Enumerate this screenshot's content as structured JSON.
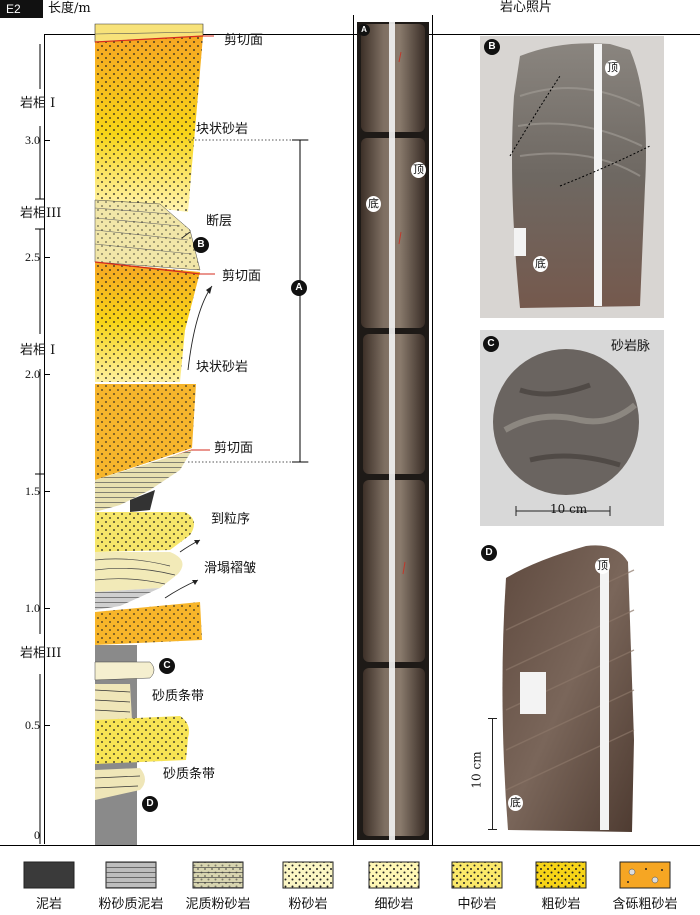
{
  "header": {
    "tag": "E2",
    "axis_label": "长度/m",
    "photos_title": "岩心照片"
  },
  "depth_axis": {
    "ticks": [
      "3.0",
      "2.5",
      "2.0",
      "1.5",
      "1.0",
      "0.5",
      "0"
    ]
  },
  "facies": [
    {
      "label": "岩相 I"
    },
    {
      "label": "岩相III"
    },
    {
      "label": "岩相 I"
    },
    {
      "label": "岩相III"
    }
  ],
  "annotations": {
    "shear_top": "剪切面",
    "massive_top": "块状砂岩",
    "fault": "断层",
    "shear_mid": "剪切面",
    "massive_mid": "块状砂岩",
    "shear_low": "剪切面",
    "inverse_grading": "到粒序",
    "slump_folds": "滑塌褶皱",
    "sandy_band_1": "砂质条带",
    "sandy_band_2": "砂质条带"
  },
  "badges": {
    "A": "A",
    "B": "B",
    "C": "C",
    "D": "D"
  },
  "photos": {
    "A": {
      "badge": "A"
    },
    "B": {
      "badge": "B",
      "top": "顶",
      "bottom": "底"
    },
    "C": {
      "badge": "C",
      "label": "砂岩脉",
      "scale": "10 cm"
    },
    "D": {
      "badge": "D",
      "top": "顶",
      "bottom": "底",
      "scale": "10 cm"
    },
    "A_markers": {
      "top": "顶",
      "bottom": "底"
    }
  },
  "legend": [
    {
      "label": "泥岩",
      "color": "#3a3a3a",
      "pattern": "solid"
    },
    {
      "label": "粉砂质泥岩",
      "color": "#bdbdbd",
      "pattern": "lines"
    },
    {
      "label": "泥质粉砂岩",
      "color": "#d8d5b0",
      "pattern": "dotlines"
    },
    {
      "label": "粉砂岩",
      "color": "#fbf6c4",
      "pattern": "dots"
    },
    {
      "label": "细砂岩",
      "color": "#fff7b5",
      "pattern": "dots"
    },
    {
      "label": "中砂岩",
      "color": "#fbe96a",
      "pattern": "dots"
    },
    {
      "label": "粗砂岩",
      "color": "#f7d417",
      "pattern": "dots"
    },
    {
      "label": "含砾粗砂岩",
      "color": "#f6a623",
      "pattern": "pebbles"
    }
  ]
}
